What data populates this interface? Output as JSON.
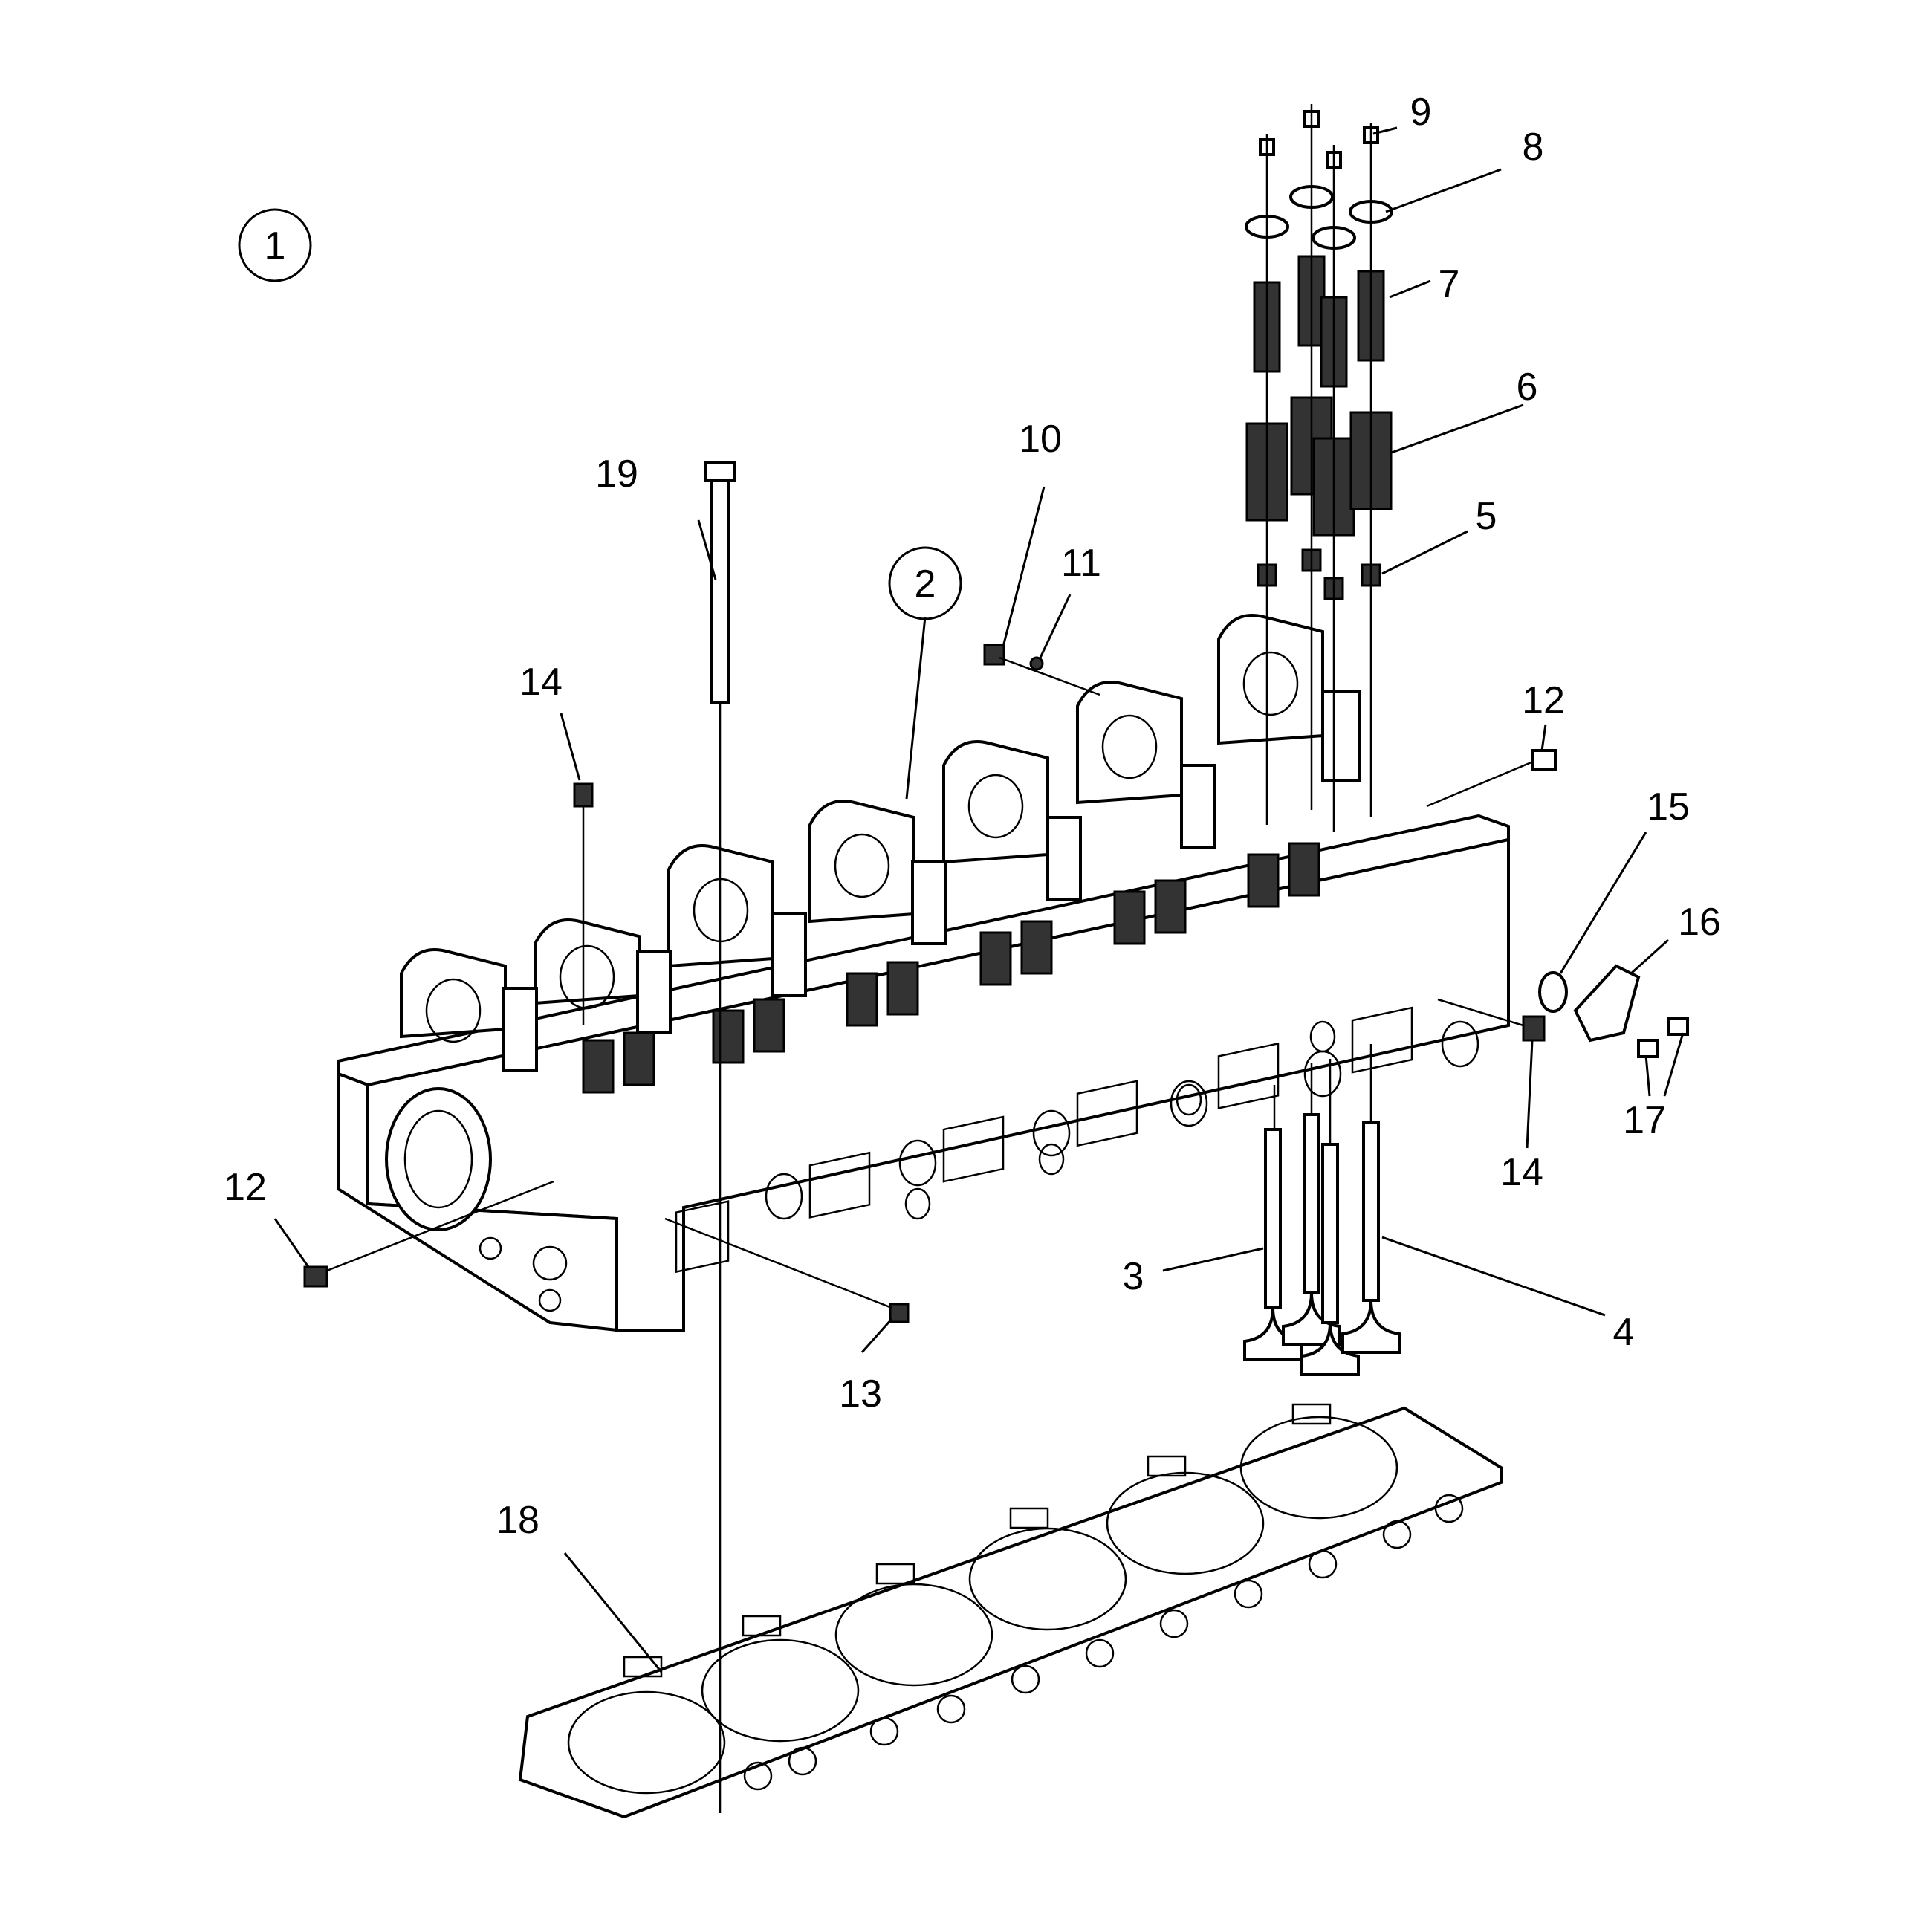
{
  "assembly_labels": [
    {
      "id": "a1",
      "text": "1"
    },
    {
      "id": "a2",
      "text": "2"
    }
  ],
  "callouts": [
    {
      "id": "c3",
      "text": "3"
    },
    {
      "id": "c4",
      "text": "4"
    },
    {
      "id": "c5",
      "text": "5"
    },
    {
      "id": "c6",
      "text": "6"
    },
    {
      "id": "c7",
      "text": "7"
    },
    {
      "id": "c8",
      "text": "8"
    },
    {
      "id": "c9",
      "text": "9"
    },
    {
      "id": "c10",
      "text": "10"
    },
    {
      "id": "c11",
      "text": "11"
    },
    {
      "id": "c12a",
      "text": "12"
    },
    {
      "id": "c12b",
      "text": "12"
    },
    {
      "id": "c13",
      "text": "13"
    },
    {
      "id": "c14a",
      "text": "14"
    },
    {
      "id": "c14b",
      "text": "14"
    },
    {
      "id": "c15",
      "text": "15"
    },
    {
      "id": "c16",
      "text": "16"
    },
    {
      "id": "c17",
      "text": "17"
    },
    {
      "id": "c18",
      "text": "18"
    },
    {
      "id": "c19",
      "text": "19"
    }
  ]
}
